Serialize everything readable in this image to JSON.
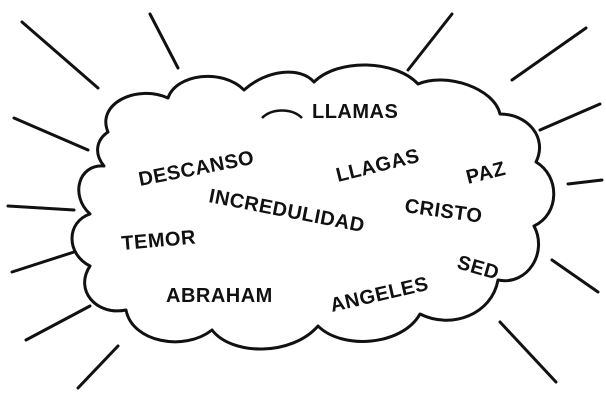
{
  "words": {
    "llamas": "LLAMAS",
    "descanso": "DESCANSO",
    "llagas": "LLAGAS",
    "paz": "PAZ",
    "incredulidad": "INCREDULIDAD",
    "cristo": "CRISTO",
    "temor": "TEMOR",
    "sed": "SED",
    "abraham": "ABRAHAM",
    "angeles": "ANGELES"
  },
  "colors": {
    "ink": "#111111",
    "background": "#ffffff"
  }
}
